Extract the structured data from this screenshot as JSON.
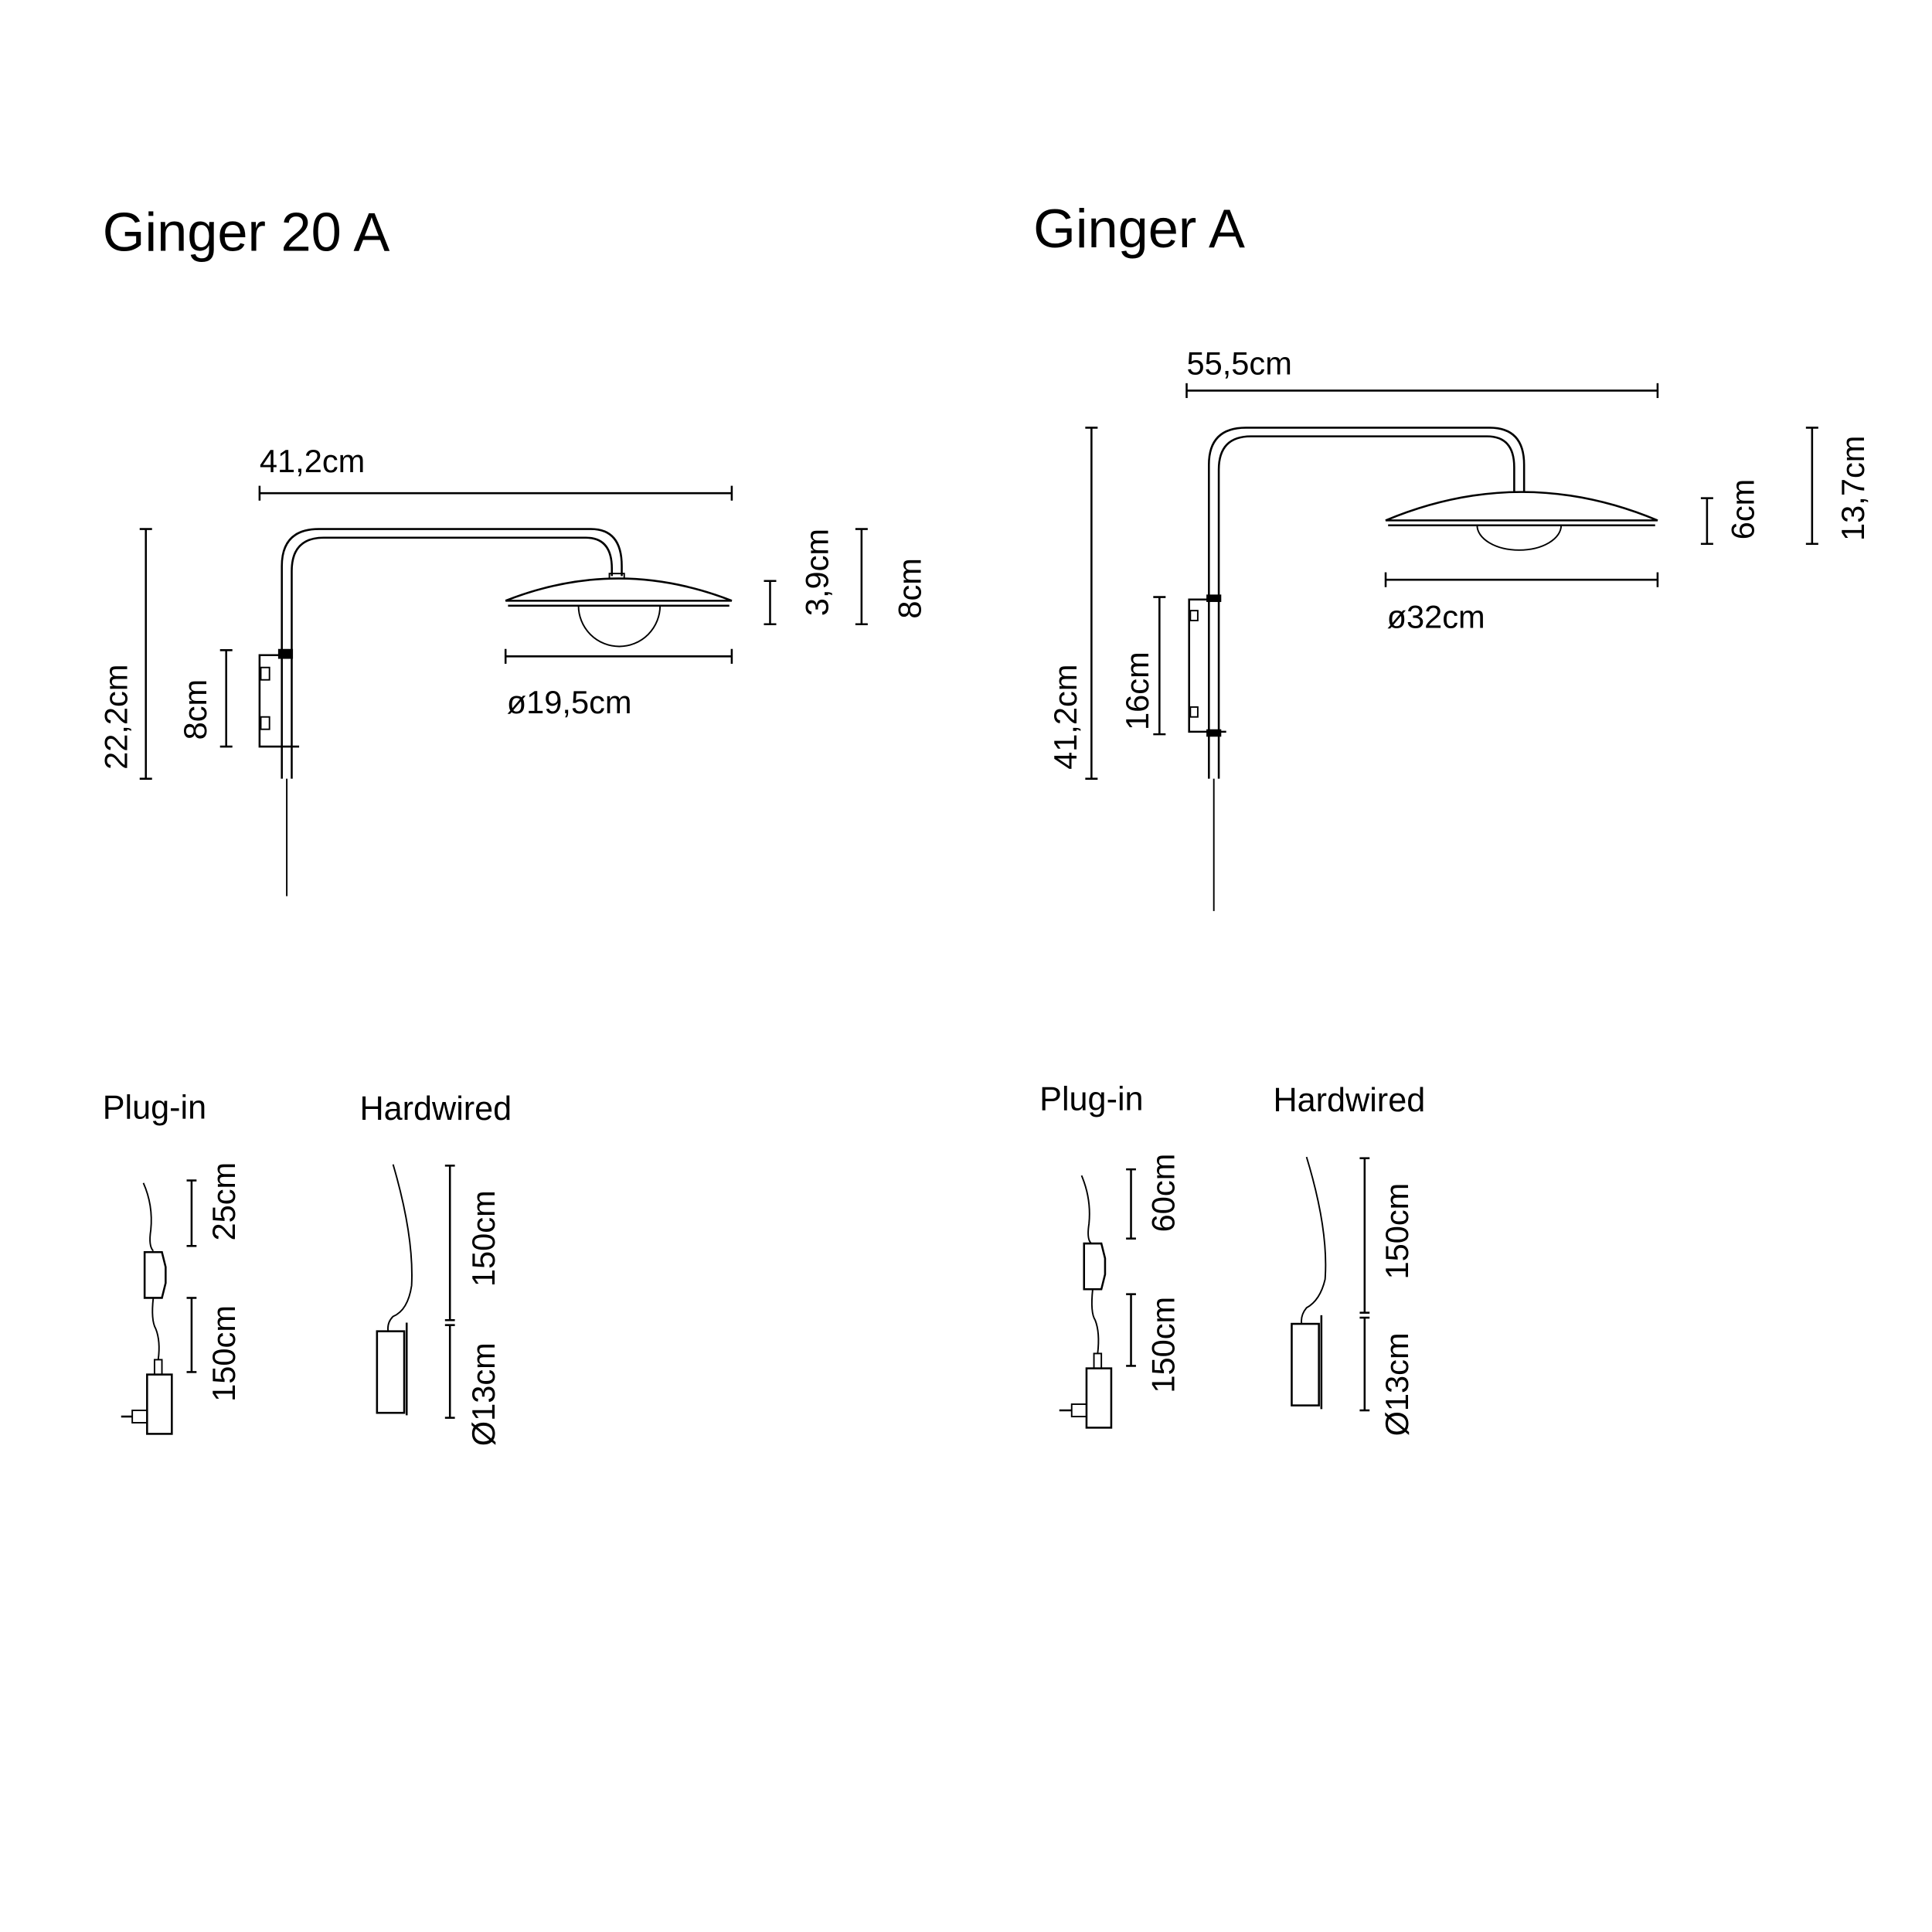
{
  "models": [
    {
      "title": "Ginger 20 A",
      "dimensions": {
        "width": "41,2cm",
        "height": "22,2cm",
        "bracket_height": "8cm",
        "shade_height": "3,9cm",
        "head_height": "8cm",
        "shade_diameter": "ø19,5cm"
      },
      "options": {
        "plug_in": {
          "label": "Plug-in",
          "cord_top": "25cm",
          "cord_bottom": "150cm"
        },
        "hardwired": {
          "label": "Hardwired",
          "cord": "150cm",
          "box_diameter": "Ø13cm"
        }
      }
    },
    {
      "title": "Ginger A",
      "dimensions": {
        "width": "55,5cm",
        "height": "41,2cm",
        "bracket_height": "16cm",
        "shade_height": "6cm",
        "head_height": "13,7cm",
        "shade_diameter": "ø32cm"
      },
      "options": {
        "plug_in": {
          "label": "Plug-in",
          "cord_top": "60cm",
          "cord_bottom": "150cm"
        },
        "hardwired": {
          "label": "Hardwired",
          "cord": "150cm",
          "box_diameter": "Ø13cm"
        }
      }
    }
  ]
}
